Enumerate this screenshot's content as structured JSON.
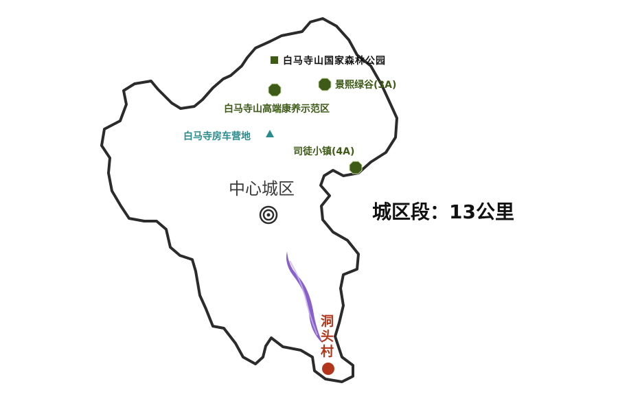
{
  "map": {
    "park_label": "白马寺山国家森林公园",
    "pois": [
      {
        "id": "jingxi",
        "label": "景熙绿谷(3A)"
      },
      {
        "id": "kangyang",
        "label": "白马寺山高端康养示范区"
      },
      {
        "id": "situ",
        "label": "司徒小镇(4A)"
      }
    ],
    "campsite_label": "白马寺房车营地",
    "city_center_label": "中心城区",
    "segment_label": "城区段：13公里",
    "village_label_chars": [
      "洞",
      "头",
      "村"
    ],
    "colors": {
      "boundary": "#2b2b2b",
      "poi_green": "#3d5a16",
      "camp_teal": "#2a8b8b",
      "route_purple": "#7b4fc4",
      "village_red": "#b2361c"
    },
    "icons": {
      "park": "square-marker-icon",
      "poi": "octagon-marker-icon",
      "camp": "triangle-marker-icon",
      "center": "concentric-circle-icon",
      "village": "dot-marker-icon"
    }
  }
}
